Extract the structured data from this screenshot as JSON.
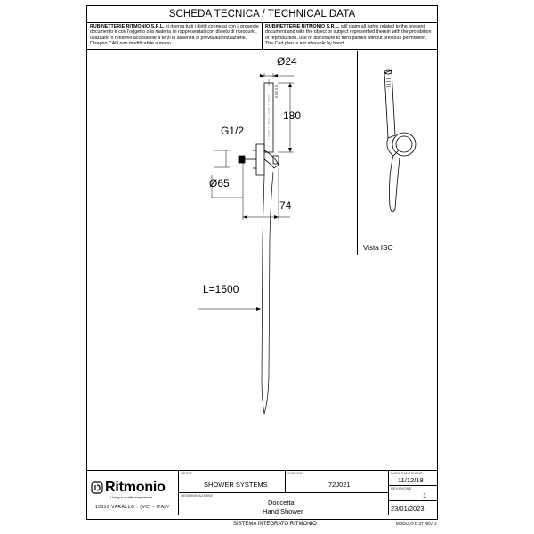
{
  "header": {
    "title": "SCHEDA TECNICA / TECHNICAL DATA",
    "notice_it_company": "RUBINETTERIE RITMONIO S.R.L.",
    "notice_it_text": " si riserva tutti i diritti connessi con il presente documento e con l'oggetto o la materia ivi rappresentati con divieto di riprodurlo, utilizzarlo o renderlo accessibile a terzi in assenza di previa autorizzazione. Disegno CAD non modificabile a mano",
    "notice_en_company": "RUBINETTERIE RITMONIO S.R.L.",
    "notice_en_text": " will claim all rights related to the present document and with the object or subject represented therein with the prohibition of reproduction, use or disclosure to third parties without previous permission. The Cad plan is not alterable by hand"
  },
  "drawing": {
    "dim_diameter_top": "Ø24",
    "dim_height": "180",
    "dim_thread": "G1/2",
    "dim_diameter_base": "Ø65",
    "dim_depth": "74",
    "dim_hose": "L=1500",
    "iso_label": "Vista ISO"
  },
  "title_block": {
    "brand": "Ritmonio",
    "tagline": "Living a quality experience.",
    "address": "13019 VARALLO - (VC) - ITALY",
    "serie_caption": "SERIE",
    "serie_value": "SHOWER SYSTEMS",
    "codice_caption": "CODICE",
    "codice_value": "72J021",
    "emissione_caption": "DATA EMISSIONE",
    "emissione_value": "11/12/18",
    "denominazione_caption": "DENOMINAZIONE",
    "denominazione_it": "Doccetta",
    "denominazione_en": "Hand  Shower",
    "revisione_caption": "REVISIONE",
    "revisione_value": "1",
    "revision_date": "23/01/2023"
  },
  "footer": {
    "system": "SISTEMA INTEGRATO RITMONIO",
    "module": "MODULO D.37 REV. 3"
  }
}
